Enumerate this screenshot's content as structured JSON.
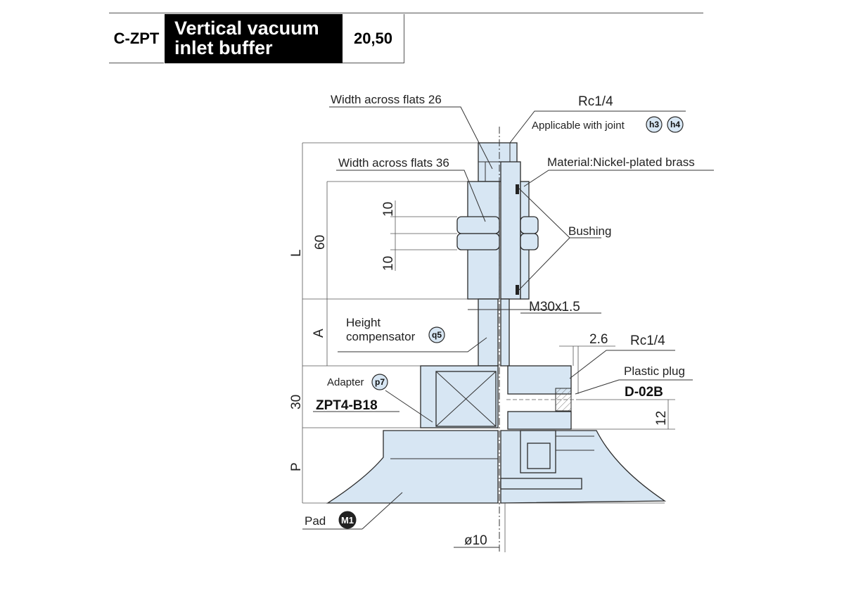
{
  "header": {
    "code": "C-ZPT",
    "title_line1": "Vertical vacuum",
    "title_line2": "inlet buffer",
    "sizes": "20,50"
  },
  "callouts": {
    "flats_26": "Width across flats 26",
    "flats_36": "Width across flats 36",
    "port_top": "Rc1/4",
    "joint_text": "Applicable with joint",
    "joint_badge_1": "h3",
    "joint_badge_2": "h4",
    "material": "Material:Nickel-plated brass",
    "bushing": "Bushing",
    "thread": "M30x1.5",
    "height_comp_line1": "Height",
    "height_comp_line2": "compensator",
    "height_comp_badge": "q5",
    "dim_gap": "2.6",
    "port_side": "Rc1/4",
    "plastic_plug": "Plastic plug",
    "plug_model": "D-02B",
    "adapter_text": "Adapter",
    "adapter_badge": "p7",
    "adapter_model": "ZPT4-B18",
    "pad_text": "Pad",
    "pad_badge": "M1",
    "bore": "ø10"
  },
  "dimensions": {
    "L": "L",
    "sixty": "60",
    "ten_upper": "10",
    "ten_lower": "10",
    "A": "A",
    "thirty": "30",
    "P": "P",
    "twelve": "12"
  },
  "colors": {
    "part_fill": "#d7e6f3",
    "line": "#2a2a2a",
    "title_bg": "#000000",
    "title_fg": "#ffffff"
  }
}
